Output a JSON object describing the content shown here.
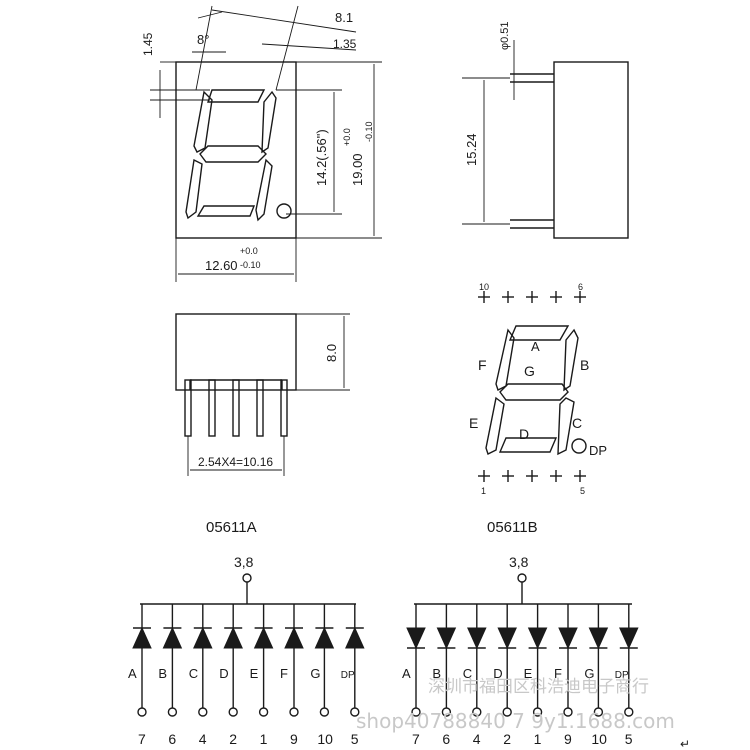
{
  "dimensions": {
    "angle": "8°",
    "seg_offset": "8.1",
    "seg_width": "1.35",
    "top_margin": "1.45",
    "digit_height": "14.2(.56\")",
    "height_tol_plus": "+0.0",
    "height_value": "19.00",
    "height_tol_minus": "-0.10",
    "width_value": "12.60",
    "width_tol_plus": "+0.0",
    "width_tol_minus": "-0.10",
    "pin_diameter": "φ0.51",
    "pin_span": "15.24",
    "depth": "8.0",
    "pin_pitch": "2.54X4=10.16"
  },
  "pinout": {
    "top_pin_10": "10",
    "top_pin_6": "6",
    "bottom_pin_1": "1",
    "bottom_pin_5": "5",
    "segments": [
      "A",
      "B",
      "C",
      "D",
      "E",
      "F",
      "G"
    ],
    "dp": "DP"
  },
  "circuits": [
    {
      "title": "05611A",
      "common": "3,8",
      "labels": [
        "A",
        "B",
        "C",
        "D",
        "E",
        "F",
        "G",
        "DP"
      ],
      "pins": [
        "7",
        "6",
        "4",
        "2",
        "1",
        "9",
        "10",
        "5"
      ]
    },
    {
      "title": "05611B",
      "common": "3,8",
      "labels": [
        "A",
        "B",
        "C",
        "D",
        "E",
        "F",
        "G",
        "DP"
      ],
      "pins": [
        "7",
        "6",
        "4",
        "2",
        "1",
        "9",
        "10",
        "5"
      ]
    }
  ],
  "watermark": {
    "line1": "深圳市福田区科浩迪电子商行",
    "line2": "shop40788840 7 9y1.1688.com"
  }
}
